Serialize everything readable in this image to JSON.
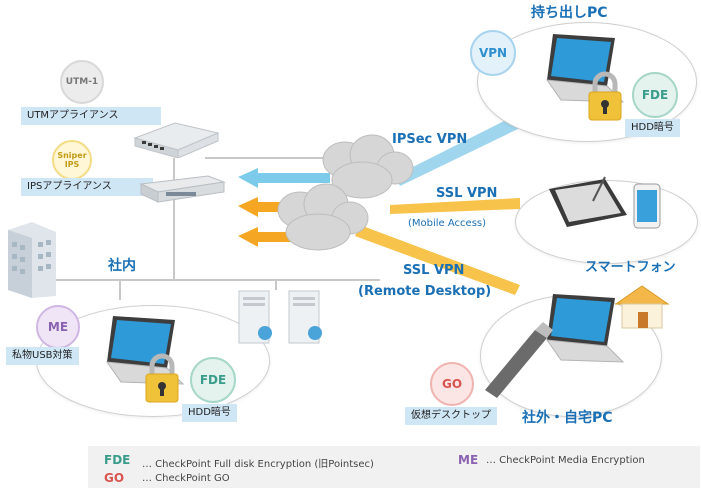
{
  "titles": {
    "mobile_pc": "持ち出しPC",
    "internal": "社内",
    "smartphone": "スマートフォン",
    "outside_pc": "社外・自宅PC"
  },
  "connections": {
    "ipsec": "IPSec VPN",
    "ssl_mobile": "SSL VPN",
    "ssl_mobile_sub": "(Mobile Access)",
    "ssl_rd": "SSL VPN",
    "ssl_rd_sub": "(Remote Desktop)"
  },
  "appliances": {
    "utm_badge": "UTM-1",
    "utm_label": "UTMアプライアンス",
    "sniper_badge_line1": "Sniper",
    "sniper_badge_line2": "IPS",
    "ips_label": "IPSアプライアンス"
  },
  "badges": {
    "vpn": "VPN",
    "fde": "FDE",
    "me": "ME",
    "go": "GO"
  },
  "labels": {
    "hdd_top": "HDD暗号",
    "usb": "私物USB対策",
    "hdd_internal": "HDD暗号",
    "virtual_desktop": "仮想デスクトップ"
  },
  "legend": {
    "fde_key": "FDE",
    "fde_desc": "… CheckPoint Full disk Encryption (旧Pointsec)",
    "me_key": "ME",
    "me_desc": "… CheckPoint Media Encryption",
    "go_key": "GO",
    "go_desc": "… CheckPoint GO"
  },
  "colors": {
    "title_blue": "#1a6fb5",
    "vpn_badge": "#2e8fce",
    "fde_badge": "#3a9c8a",
    "me_badge": "#8a62b0",
    "go_badge": "#d9534f",
    "line_blue": "#9fd6ee",
    "line_orange": "#f5a623"
  }
}
